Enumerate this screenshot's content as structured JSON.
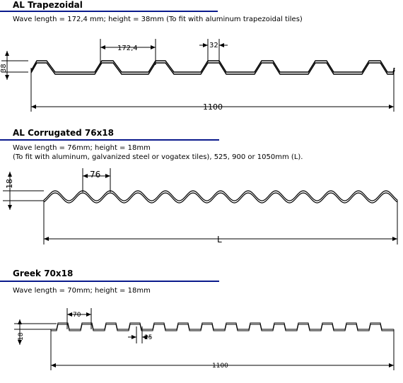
{
  "sections": [
    {
      "title": "AL Trapezoidal",
      "description": "Wave length = 172,4 mm; height = 38mm (To fit with aluminum trapezoidal tiles)",
      "dims": {
        "wave": "172,4",
        "top": "32",
        "height": "38",
        "length": "1100"
      }
    },
    {
      "title": "AL Corrugated 76x18",
      "description": "Wave length = 76mm; height = 18mm",
      "description2": "(To fit with aluminum, galvanized steel or vogatex tiles), 525, 900 or 1050mm (L).",
      "dims": {
        "wave": "76",
        "height": "18",
        "length": "L"
      }
    },
    {
      "title": "Greek 70x18",
      "description": "Wave length = 70mm; height = 18mm",
      "dims": {
        "wave": "70",
        "rib": "25",
        "height": "18",
        "length": "1100"
      }
    }
  ],
  "colors": {
    "rule": "#0a1a8c",
    "line": "#000000"
  }
}
